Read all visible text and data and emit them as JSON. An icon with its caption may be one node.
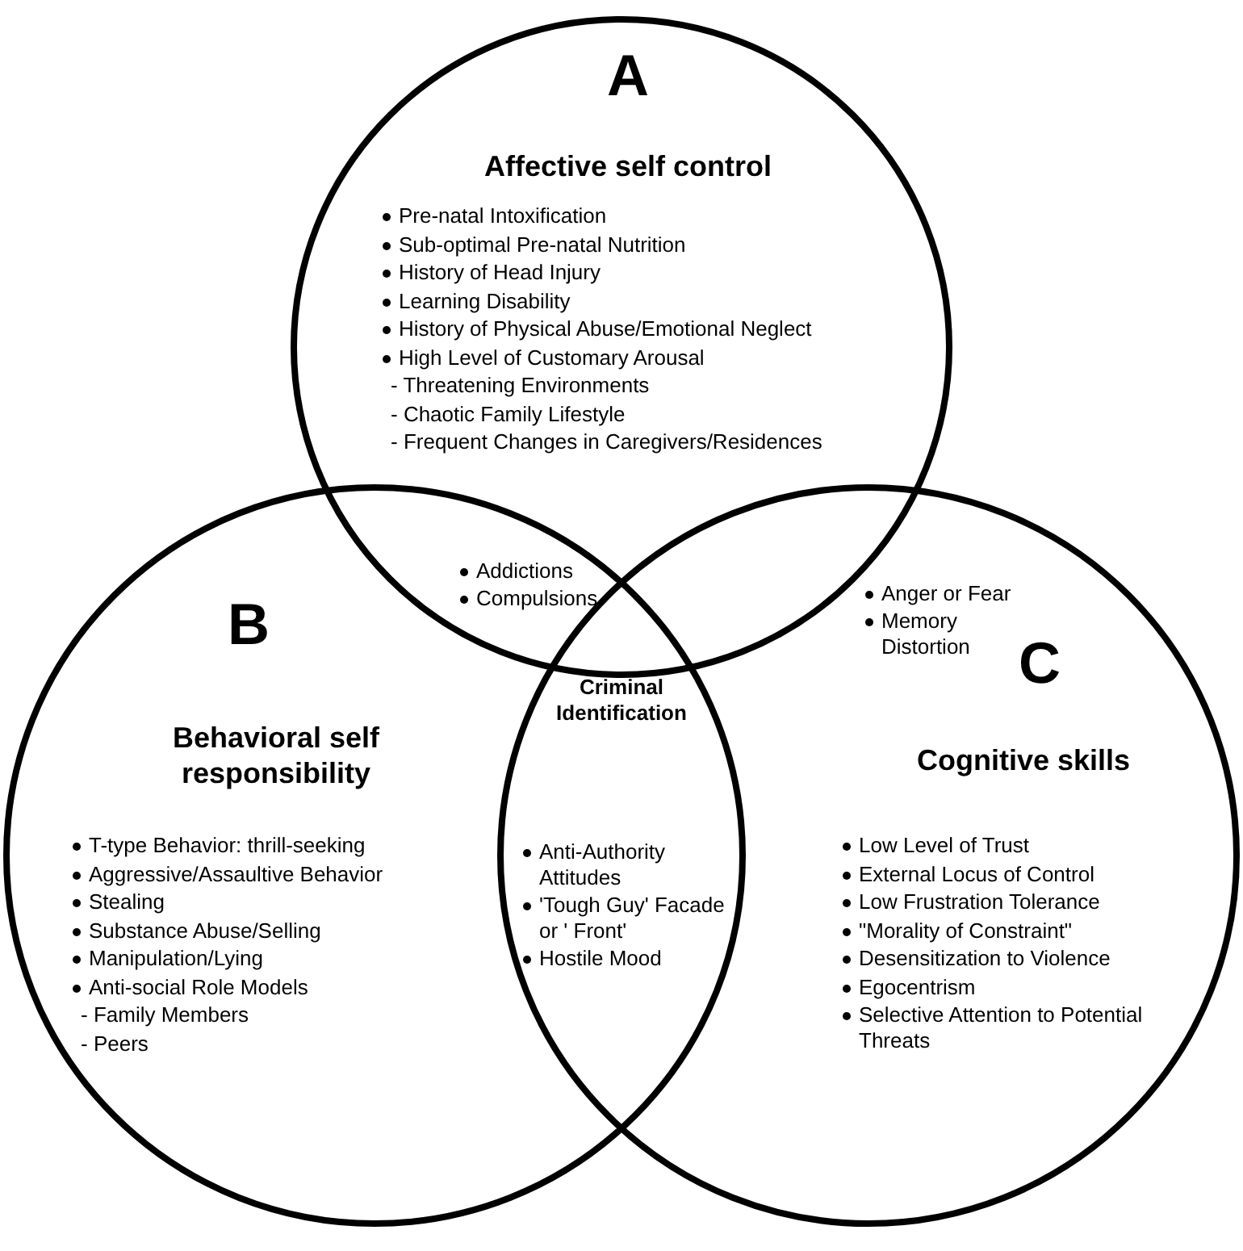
{
  "diagram": {
    "nodes": [
      {
        "text": [
          "A",
          "Affective self control",
          "Pre-natal Intoxification",
          "Sub-optimal Pre-natal Nutrition",
          "History of Head Injury",
          "Learning Disability",
          "History of Physical Abuse/Emotional Neglect",
          "High Level of Customary Arousal",
          "- Threatening Environments",
          "- Chaotic Family Lifestyle",
          "- Frequent Changes in Caregivers/Residences"
        ]
      },
      {
        "text": [
          "B",
          "Behavioral self responsibility",
          "T-type Behavior: thrill-seeking",
          "Aggressive/Assaultive Behavior",
          "Stealing",
          "Substance Abuse/Selling",
          "Manipulation/Lying",
          "Anti-social Role Models",
          "- Family Members",
          "- Peers"
        ]
      },
      {
        "text": [
          "C",
          "Cognitive skills",
          "Low Level of Trust",
          "External Locus of Control",
          "Low Frustration Tolerance",
          "\"Morality of Constraint\"",
          "Desensitization to Violence",
          "Egocentrism",
          "Selective Attention to Potential Threats"
        ]
      }
    ],
    "edges": [],
    "labels": [
      "Addictions",
      "Compulsions",
      "Anger or Fear",
      "Memory Distortion",
      "Criminal Identification",
      "Anti-Authority Attitudes",
      "'Tough Guy' Facade or ' Front'",
      "Hostile Mood"
    ]
  }
}
